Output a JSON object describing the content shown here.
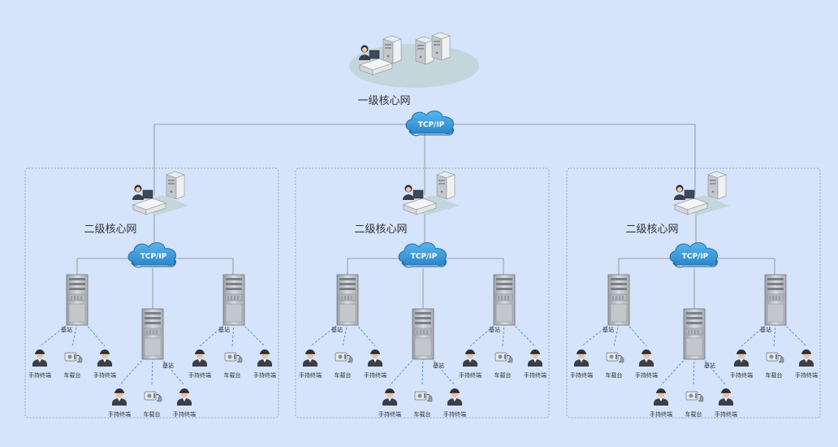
{
  "top": {
    "label": "一级核心网",
    "protocol": "TCP/IP"
  },
  "regions": [
    {
      "label": "二级核心网",
      "protocol": "TCP/IP",
      "stations": [
        {
          "label": "基站",
          "terminals": [
            "手持终端",
            "车载台",
            "手持终端"
          ]
        },
        {
          "label": "基站",
          "terminals": [
            "手持终端",
            "车载台",
            "手持终端"
          ]
        },
        {
          "label": "基站",
          "terminals": [
            "手持终端",
            "车载台",
            "手持终端"
          ]
        }
      ]
    },
    {
      "label": "二级核心网",
      "protocol": "TCP/IP",
      "stations": [
        {
          "label": "基站",
          "terminals": [
            "手持终端",
            "车载台",
            "手持终端"
          ]
        },
        {
          "label": "基站",
          "terminals": [
            "手持终端",
            "车载台",
            "手持终端"
          ]
        },
        {
          "label": "基站",
          "terminals": [
            "手持终端",
            "车载台",
            "手持终端"
          ]
        }
      ]
    },
    {
      "label": "二级核心网",
      "protocol": "TCP/IP",
      "stations": [
        {
          "label": "基站",
          "terminals": [
            "手持终端",
            "车载台",
            "手持终端"
          ]
        },
        {
          "label": "基站",
          "terminals": [
            "手持终端",
            "车载台",
            "手持终端"
          ]
        },
        {
          "label": "基站",
          "terminals": [
            "手持终端",
            "车载台",
            "手持终端"
          ]
        }
      ]
    }
  ],
  "colors": {
    "background": "#d5e3fb",
    "cloud": "#3f9fde",
    "cloud_dark": "#2a7fba",
    "line": "#888888",
    "dashed_link": "#4a8fd6",
    "box_border": "#9aa6b8",
    "platform": "#c2d6dc"
  },
  "icons": {
    "operator": "operator-workstation-icon",
    "server": "server-tower-icon",
    "cloud": "network-cloud-icon",
    "base_station": "base-station-rack-icon",
    "handheld": "police-officer-icon",
    "vehicle": "vehicle-radio-icon"
  }
}
